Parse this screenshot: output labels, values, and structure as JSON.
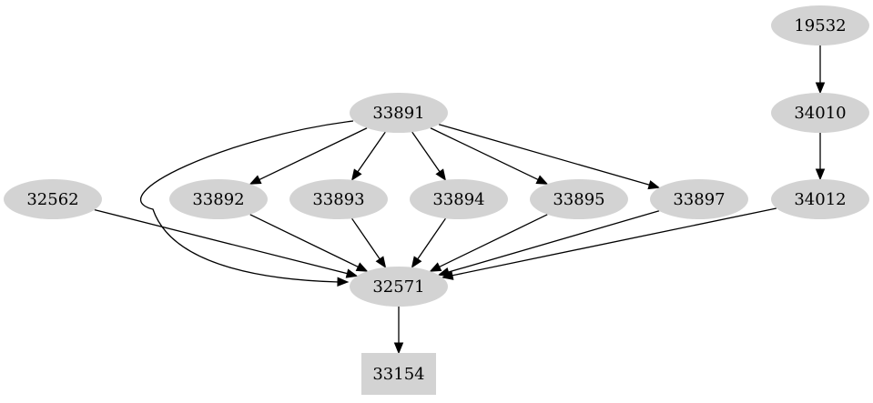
{
  "graph": {
    "nodes": [
      {
        "id": "19532",
        "label": "19532",
        "shape": "ellipse",
        "color": "#d3d3d3"
      },
      {
        "id": "34010",
        "label": "34010",
        "shape": "ellipse",
        "color": "#d3d3d3"
      },
      {
        "id": "33891",
        "label": "33891",
        "shape": "ellipse",
        "color": "#d3d3d3"
      },
      {
        "id": "32562",
        "label": "32562",
        "shape": "ellipse",
        "color": "#d3d3d3"
      },
      {
        "id": "33892",
        "label": "33892",
        "shape": "ellipse",
        "color": "#d3d3d3"
      },
      {
        "id": "33893",
        "label": "33893",
        "shape": "ellipse",
        "color": "#d3d3d3"
      },
      {
        "id": "33894",
        "label": "33894",
        "shape": "ellipse",
        "color": "#d3d3d3"
      },
      {
        "id": "33895",
        "label": "33895",
        "shape": "ellipse",
        "color": "#d3d3d3"
      },
      {
        "id": "33897",
        "label": "33897",
        "shape": "ellipse",
        "color": "#d3d3d3"
      },
      {
        "id": "34012",
        "label": "34012",
        "shape": "ellipse",
        "color": "#d3d3d3"
      },
      {
        "id": "32571",
        "label": "32571",
        "shape": "ellipse",
        "color": "#d3d3d3"
      },
      {
        "id": "33154",
        "label": "33154",
        "shape": "box",
        "color": "#d3d3d3"
      }
    ],
    "edges": [
      {
        "from": "19532",
        "to": "34010"
      },
      {
        "from": "34010",
        "to": "34012"
      },
      {
        "from": "33891",
        "to": "33892"
      },
      {
        "from": "33891",
        "to": "33893"
      },
      {
        "from": "33891",
        "to": "33894"
      },
      {
        "from": "33891",
        "to": "33895"
      },
      {
        "from": "33891",
        "to": "33897"
      },
      {
        "from": "33891",
        "to": "32571"
      },
      {
        "from": "32562",
        "to": "32571"
      },
      {
        "from": "33892",
        "to": "32571"
      },
      {
        "from": "33893",
        "to": "32571"
      },
      {
        "from": "33894",
        "to": "32571"
      },
      {
        "from": "33895",
        "to": "32571"
      },
      {
        "from": "33897",
        "to": "32571"
      },
      {
        "from": "34012",
        "to": "32571"
      },
      {
        "from": "32571",
        "to": "33154"
      }
    ]
  }
}
